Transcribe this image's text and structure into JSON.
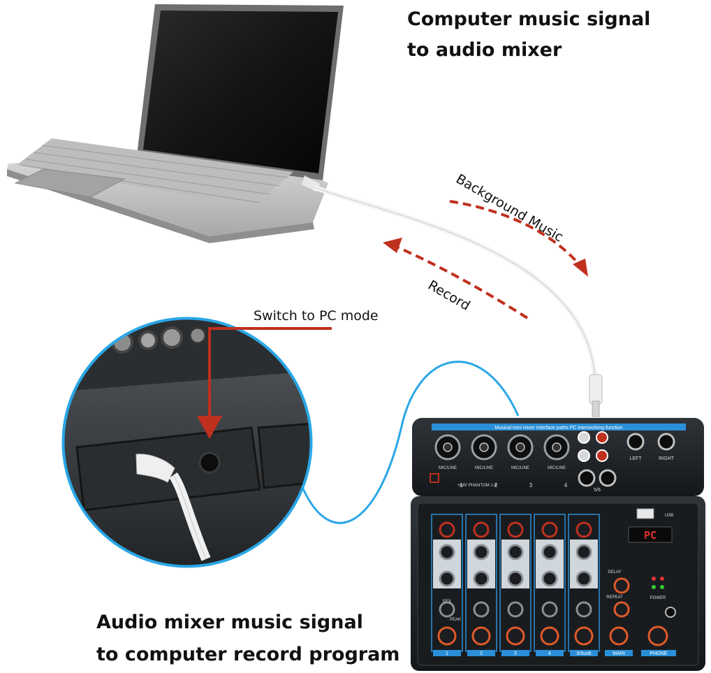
{
  "captions": {
    "top_line1": "Computer music signal",
    "top_line2": "to audio mixer",
    "bottom_line1": "Audio mixer music signal",
    "bottom_line2": "to computer record program"
  },
  "arrows": {
    "background_music": "Background Music",
    "record": "Record"
  },
  "callout": {
    "switch_label": "Switch to PC mode"
  },
  "mixer": {
    "banner": "Musical mini mixer interface paths PC interworking function",
    "channel_numbers": [
      "1",
      "2",
      "3",
      "4"
    ],
    "input_label": "MIC/LINE",
    "phantom_label": "+48V PHANTOM 1-4",
    "stereo_label": "5/6",
    "output_left": "LEFT",
    "output_right": "RIGHT",
    "display": "PC",
    "usb_label": "USB",
    "strip_labels": [
      "1",
      "2",
      "3",
      "4",
      "5/6usb",
      "MAIN",
      "PHONE"
    ],
    "delay_label": "DELAY",
    "repeat_label": "REPEAT",
    "power_label": "POWER",
    "peak_label": "PEAK",
    "efx_label": "EFX"
  },
  "colors": {
    "accent_blue": "#2a8fd8",
    "arrow_red": "#c0301e",
    "cable_blue": "#2aa6e6",
    "mixer_body": "#1e2226"
  }
}
